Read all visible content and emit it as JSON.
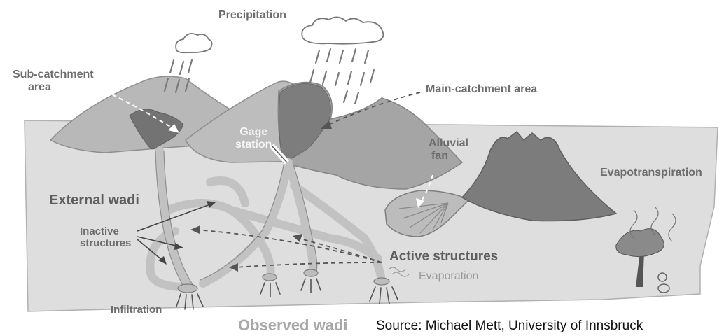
{
  "labels": {
    "precipitation": "Precipitation",
    "sub_catchment_line1": "Sub-catchment",
    "sub_catchment_line2": "area",
    "main_catchment": "Main-catchment area",
    "gage_line1": "Gage",
    "gage_line2": "station",
    "alluvial_line1": "Alluvial",
    "alluvial_line2": "fan",
    "evapotranspiration": "Evapotranspiration",
    "external_wadi": "External wadi",
    "inactive_line1": "Inactive",
    "inactive_line2": "structures",
    "active_structures": "Active structures",
    "evaporation": "Evaporation",
    "infiltration": "Infiltration",
    "observed_wadi": "Observed wadi"
  },
  "caption": {
    "source": "Source: Michael Mett, University of Innsbruck"
  },
  "colors": {
    "ground": "#dcdcdc",
    "mountain_light": "#b5b5b5",
    "mountain_mid": "#a2a2a2",
    "mountain_dark": "#7a7a7a",
    "channel": "#c4c4c4",
    "label": "#6c6c6c"
  }
}
